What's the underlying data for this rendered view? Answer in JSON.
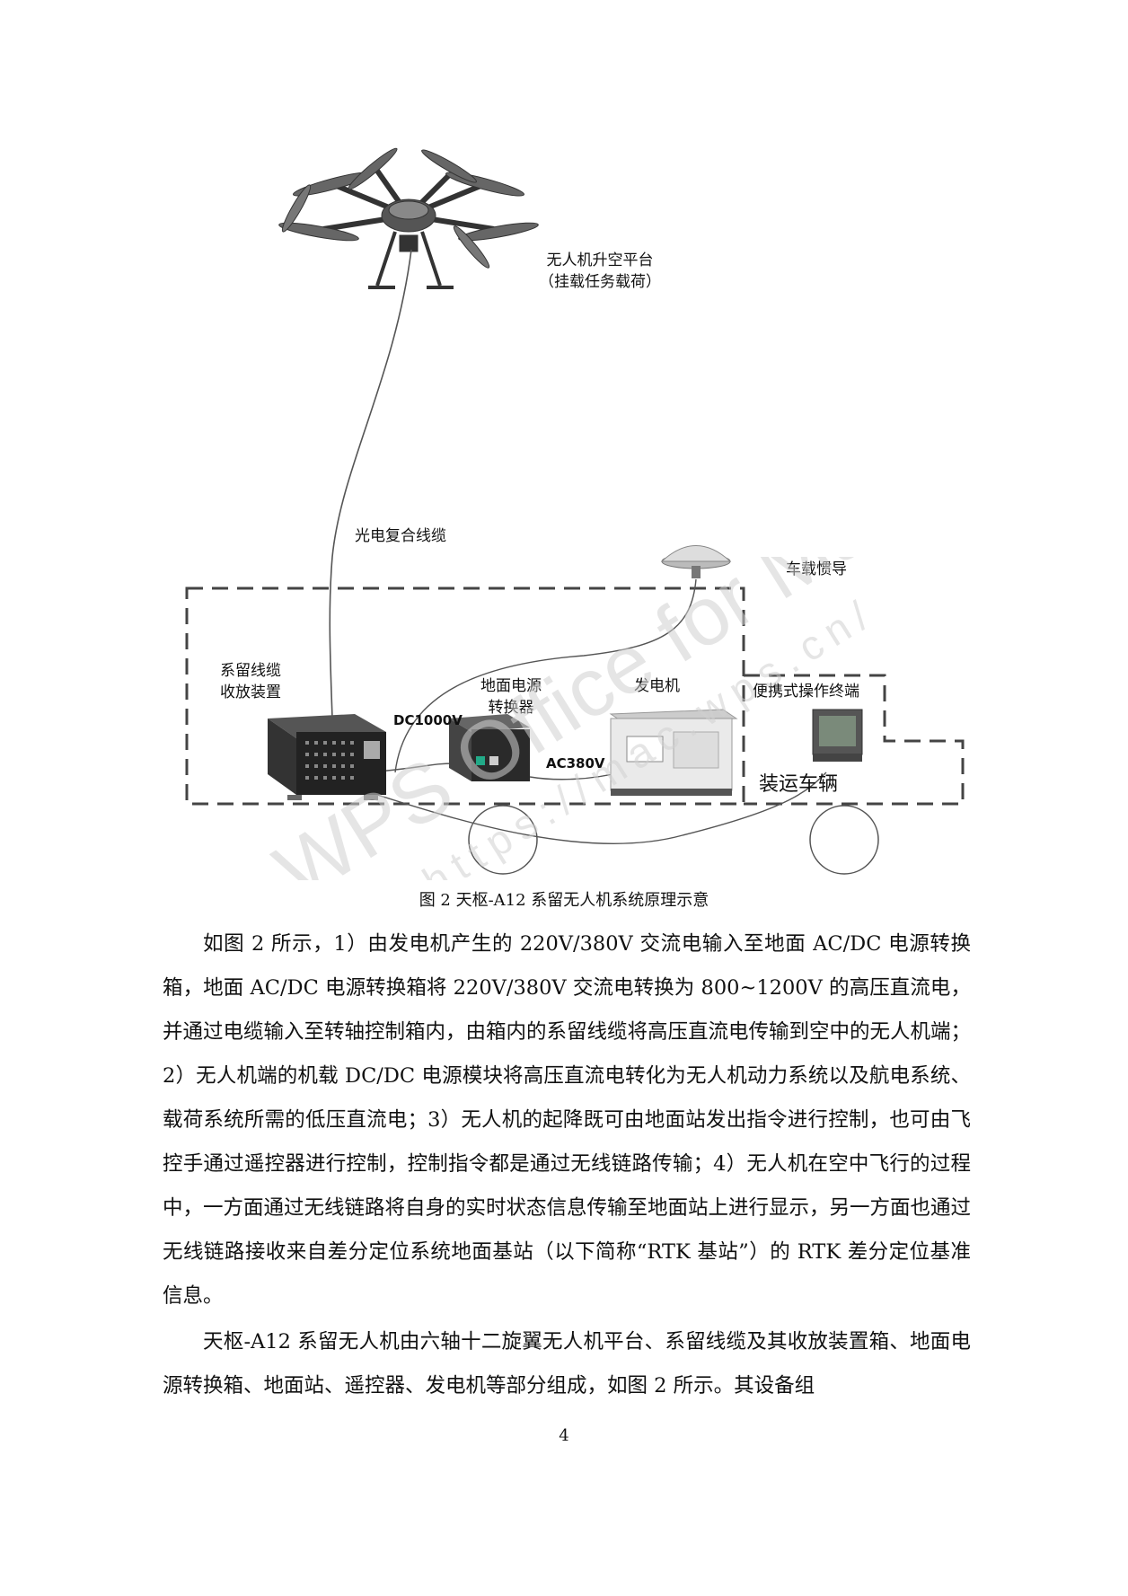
{
  "figure": {
    "labels": {
      "uav_platform_line1": "无人机升空平台",
      "uav_platform_line2": "（挂载任务载荷）",
      "cable": "光电复合线缆",
      "vehicle_ins": "车载惯导",
      "tether_line1": "系留线缆",
      "tether_line2": "收放装置",
      "dc_voltage": "DC1000V",
      "converter_line1": "地面电源",
      "converter_line2": "转换器",
      "ac_voltage": "AC380V",
      "generator": "发电机",
      "terminal": "便携式操作终端",
      "vehicle": "装运车辆"
    }
  },
  "caption": "图 2 天枢-A12 系留无人机系统原理示意",
  "paragraph1": "如图 2 所示，1）由发电机产生的 220V/380V 交流电输入至地面 AC/DC 电源转换箱，地面 AC/DC 电源转换箱将 220V/380V 交流电转换为 800~1200V 的高压直流电，并通过电缆输入至转轴控制箱内，由箱内的系留线缆将高压直流电传输到空中的无人机端；2）无人机端的机载 DC/DC 电源模块将高压直流电转化为无人机动力系统以及航电系统、载荷系统所需的低压直流电；3）无人机的起降既可由地面站发出指令进行控制，也可由飞控手通过遥控器进行控制，控制指令都是通过无线链路传输；4）无人机在空中飞行的过程中，一方面通过无线链路将自身的实时状态信息传输至地面站上进行显示，另一方面也通过无线链路接收来自差分定位系统地面基站（以下简称“RTK 基站”）的 RTK 差分定位基准信息。",
  "paragraph2": "天枢-A12 系留无人机由六轴十二旋翼无人机平台、系留线缆及其收放装置箱、地面电源转换箱、地面站、遥控器、发电机等部分组成，如图 2 所示。其设备组",
  "page_number": "4",
  "watermark": {
    "line1": "WPS Office for Mac",
    "line2": "https://mac.wps.cn/"
  }
}
